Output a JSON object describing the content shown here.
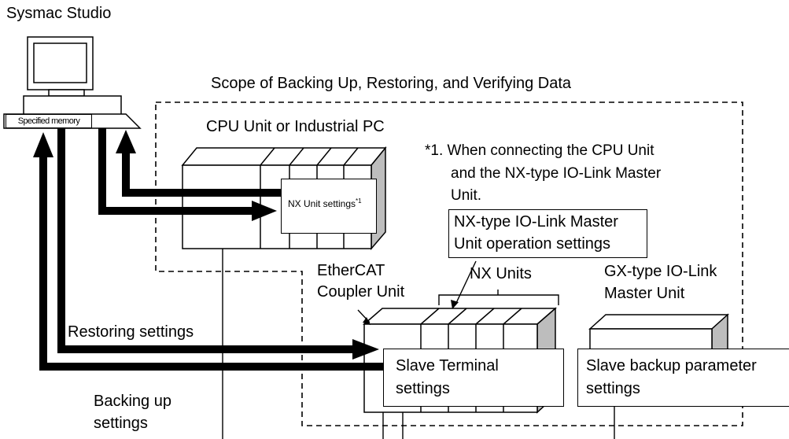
{
  "labels": {
    "app_title": "Sysmac Studio",
    "scope_title": "Scope of Backing Up, Restoring, and Verifying Data",
    "memory_device": "Specified memory device",
    "cpu_unit": "CPU Unit or Industrial PC",
    "nx_unit_settings": "NX Unit settings",
    "footnote_marker": "*1",
    "footnote_line1": "*1. When connecting the CPU Unit",
    "footnote_line2": "and the NX-type IO-Link Master",
    "footnote_line3": "Unit.",
    "nx_iolink_line1": "NX-type IO-Link Master",
    "nx_iolink_line2": "Unit operation settings",
    "ethercat_line1": "EtherCAT",
    "ethercat_line2": "Coupler Unit",
    "nx_units": "NX Units",
    "gx_line1": "GX-type IO-Link",
    "gx_line2": "Master Unit",
    "restoring": "Restoring settings",
    "backing_line1": "Backing up",
    "backing_line2": "settings",
    "slave_terminal_line1": "Slave Terminal",
    "slave_terminal_line2": "settings",
    "slave_backup_line1": "Slave backup parameter",
    "slave_backup_line2": "settings"
  },
  "icons": {
    "computer": "desktop-computer-icon",
    "cpu_rack": "plc-rack-icon",
    "coupler_rack": "slave-terminal-rack-icon",
    "gx_unit": "io-link-master-unit-icon"
  },
  "colors": {
    "unit_side_gray": "#bdbdbd",
    "arrow_black": "#000000"
  }
}
